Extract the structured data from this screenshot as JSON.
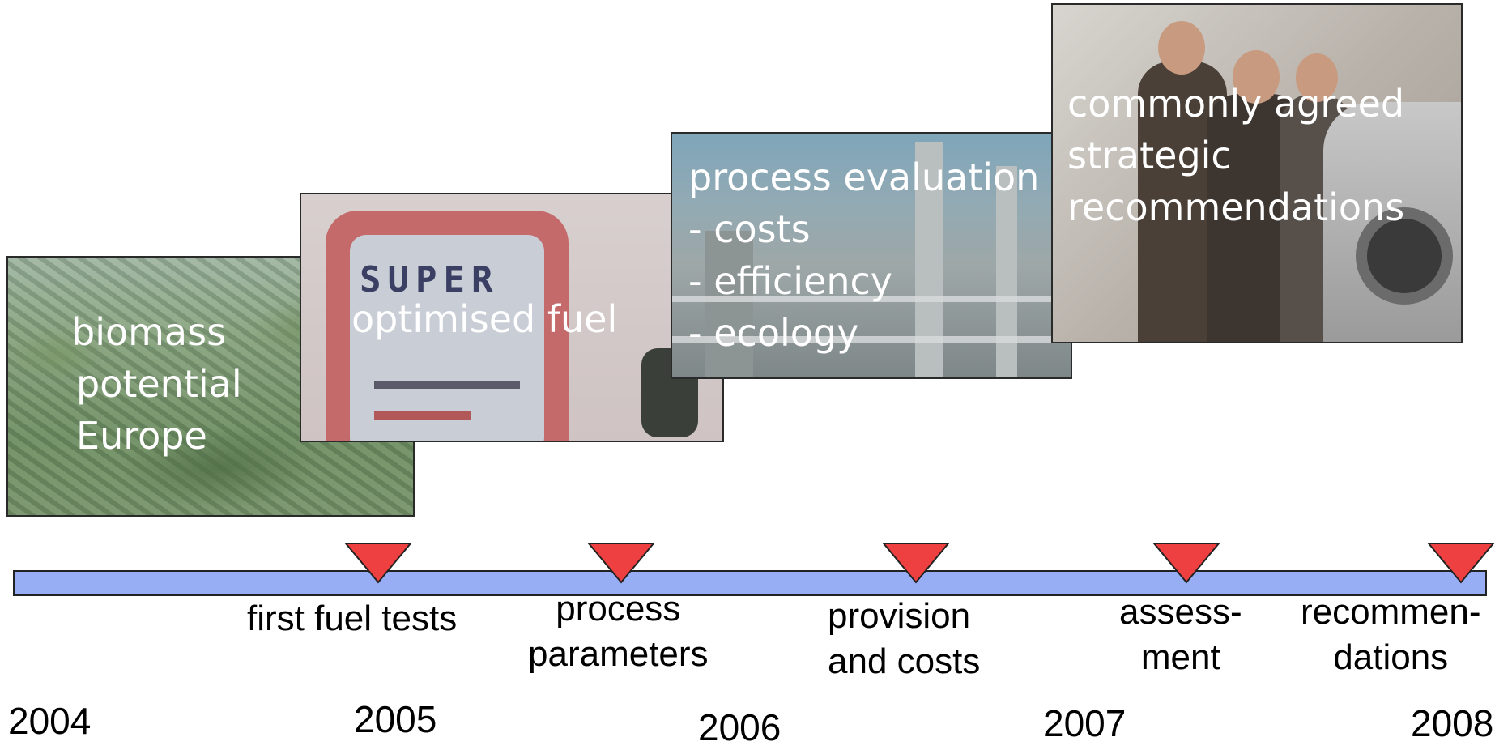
{
  "panels": [
    {
      "id": "biomass",
      "lines": [
        "biomass",
        "potential",
        "Europe"
      ]
    },
    {
      "id": "fuel",
      "lines": [
        "optimised fuel"
      ],
      "pump_label": "SUPER"
    },
    {
      "id": "process",
      "lines": [
        "process evaluation",
        "- costs",
        "- efficiency",
        "- ecology"
      ]
    },
    {
      "id": "recommendations",
      "lines": [
        "commonly agreed",
        "strategic",
        "recommendations"
      ]
    }
  ],
  "milestones": [
    {
      "lines": [
        "first fuel tests"
      ]
    },
    {
      "lines": [
        "process",
        "parameters"
      ]
    },
    {
      "lines": [
        "provision",
        "and costs"
      ]
    },
    {
      "lines": [
        "assess-",
        "ment"
      ]
    },
    {
      "lines": [
        "recommen-",
        "dations"
      ]
    }
  ],
  "years": [
    "2004",
    "2005",
    "2006",
    "2007",
    "2008"
  ],
  "colors": {
    "timeline_bar": "#98aef4",
    "milestone_marker": "#ee4040",
    "caption_text": "#ffffff"
  }
}
